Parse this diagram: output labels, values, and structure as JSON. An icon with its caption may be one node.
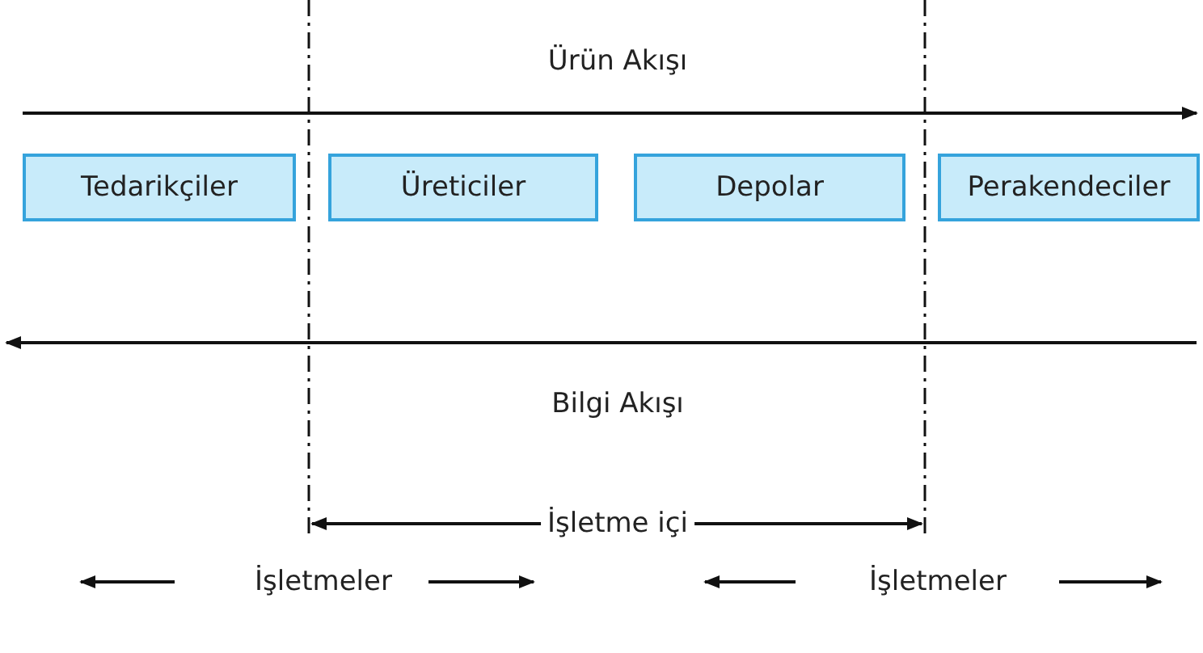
{
  "diagram": {
    "nodes": [
      {
        "text": [
          "Tedarikçiler"
        ]
      },
      {
        "text": [
          "Üreticiler"
        ]
      },
      {
        "text": [
          "Depolar"
        ]
      },
      {
        "text": [
          "Perakendeciler"
        ]
      }
    ],
    "labels": [
      "Ürün Akışı",
      "Bilgi Akışı",
      "İşletme içi",
      "İşletmeler",
      "İşletmeler"
    ]
  }
}
